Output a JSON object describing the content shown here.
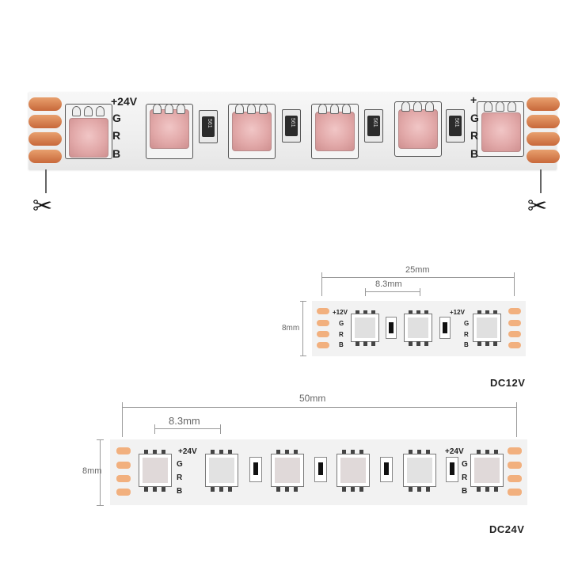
{
  "photo": {
    "voltage_left": "+24V",
    "voltage_right": "+",
    "channels": [
      "G",
      "R",
      "B"
    ],
    "resistor_marking": "561"
  },
  "diagram_12v": {
    "total_length": "25mm",
    "pitch": "8.3mm",
    "width": "8mm",
    "voltage_label": "+12V",
    "channels": [
      "G",
      "R",
      "B"
    ],
    "caption": "DC12V"
  },
  "diagram_24v": {
    "total_length": "50mm",
    "pitch": "8.3mm",
    "width": "8mm",
    "voltage_label": "+24V",
    "channels": [
      "G",
      "R",
      "B"
    ],
    "caption": "DC24V"
  },
  "icons": [
    "scissors-icon"
  ],
  "colors": {
    "pad": "#f2b07e",
    "pad_photo": "#d97a45",
    "strip": "#f2f2f2",
    "led_photo": "#e2a9a9"
  }
}
